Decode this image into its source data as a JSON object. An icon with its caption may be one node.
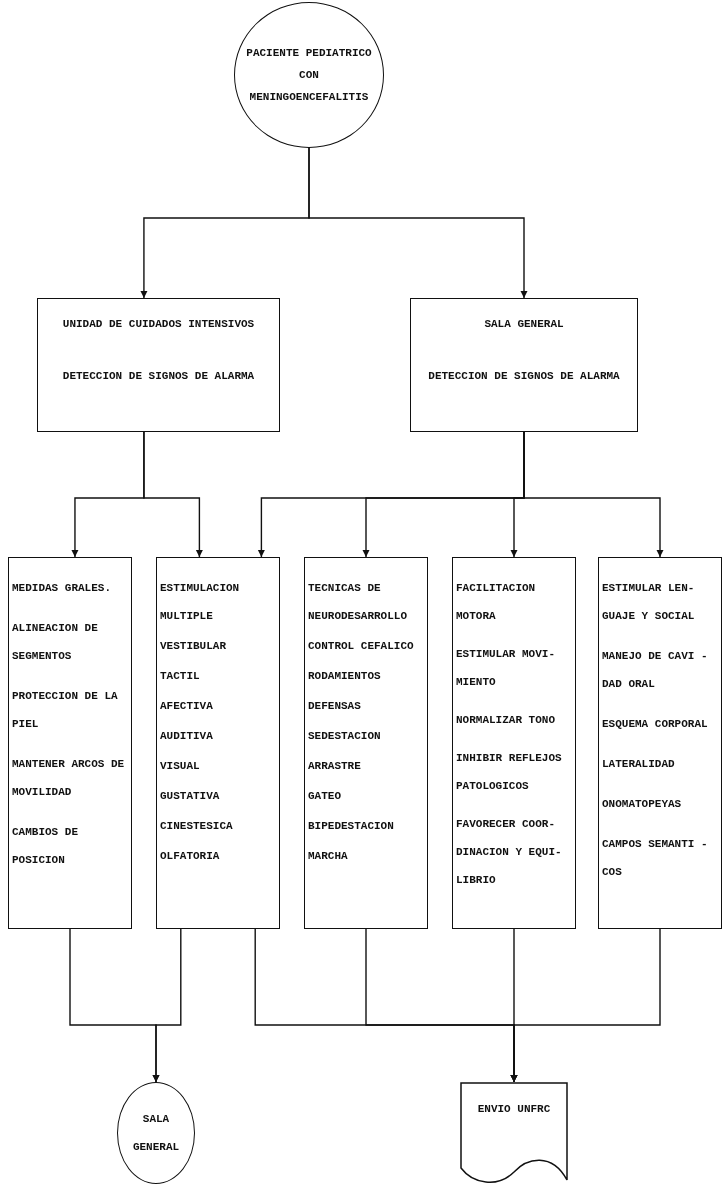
{
  "diagram": {
    "nodes": [
      {
        "text": [
          "PACIENTE PEDIATRICO CON MENINGOENCEFALITIS"
        ]
      },
      {
        "text": [
          "UNIDAD DE CUIDADOS INTENSIVOS",
          "DETECCION DE SIGNOS DE ALARMA"
        ]
      },
      {
        "text": [
          "SALA GENERAL",
          "DETECCION DE SIGNOS DE ALARMA"
        ]
      },
      {
        "text": [
          "MEDIDAS GRALES.",
          "ALINEACION DE SEGMENTOS",
          "PROTECCION DE LA PIEL",
          "MANTENER ARCOS DE MOVILIDAD",
          "CAMBIOS DE POSICION"
        ]
      },
      {
        "text": [
          "ESTIMULACION MULTIPLE",
          "VESTIBULAR",
          "TACTIL",
          "AFECTIVA",
          "AUDITIVA",
          "VISUAL",
          "GUSTATIVA",
          "CINESTESICA",
          "OLFATORIA"
        ]
      },
      {
        "text": [
          "TECNICAS DE NEURODESARROLLO",
          "CONTROL CEFALICO",
          "RODAMIENTOS",
          "DEFENSAS",
          "SEDESTACION",
          "ARRASTRE",
          "GATEO",
          "BIPEDESTACION",
          "MARCHA"
        ]
      },
      {
        "text": [
          "FACILITACION MOTORA",
          "ESTIMULAR MOVI- MIENTO",
          "NORMALIZAR TONO",
          "INHIBIR REFLEJOS PATOLOGICOS",
          "FAVORECER COOR- DINACION Y EQUI- LIBRIO"
        ]
      },
      {
        "text": [
          "ESTIMULAR LEN- GUAJE Y SOCIAL",
          "MANEJO DE CAVI - DAD ORAL",
          "ESQUEMA CORPORAL",
          "LATERALIDAD",
          "ONOMATOPEYAS",
          "CAMPOS SEMANTI - COS"
        ]
      },
      {
        "text": [
          "SALA GENERAL"
        ]
      },
      {
        "text": [
          "ENVIO UNFRC"
        ]
      }
    ],
    "edges": [
      {
        "from": 0,
        "to": 1,
        "arrow": "to"
      },
      {
        "from": 0,
        "to": 2,
        "arrow": "to"
      },
      {
        "from": 1,
        "to": 3,
        "arrow": "to"
      },
      {
        "from": 1,
        "to": 4,
        "arrow": "to"
      },
      {
        "from": 2,
        "to": 4,
        "arrow": "to"
      },
      {
        "from": 2,
        "to": 5,
        "arrow": "to"
      },
      {
        "from": 2,
        "to": 6,
        "arrow": "to"
      },
      {
        "from": 2,
        "to": 7,
        "arrow": "to"
      },
      {
        "from": 3,
        "to": 8,
        "arrow": "to"
      },
      {
        "from": 4,
        "to": 8,
        "arrow": "to"
      },
      {
        "from": 4,
        "to": 9,
        "arrow": "to"
      },
      {
        "from": 5,
        "to": 9,
        "arrow": "to"
      },
      {
        "from": 6,
        "to": 9,
        "arrow": "to"
      },
      {
        "from": 7,
        "to": 9,
        "arrow": "to"
      }
    ]
  }
}
